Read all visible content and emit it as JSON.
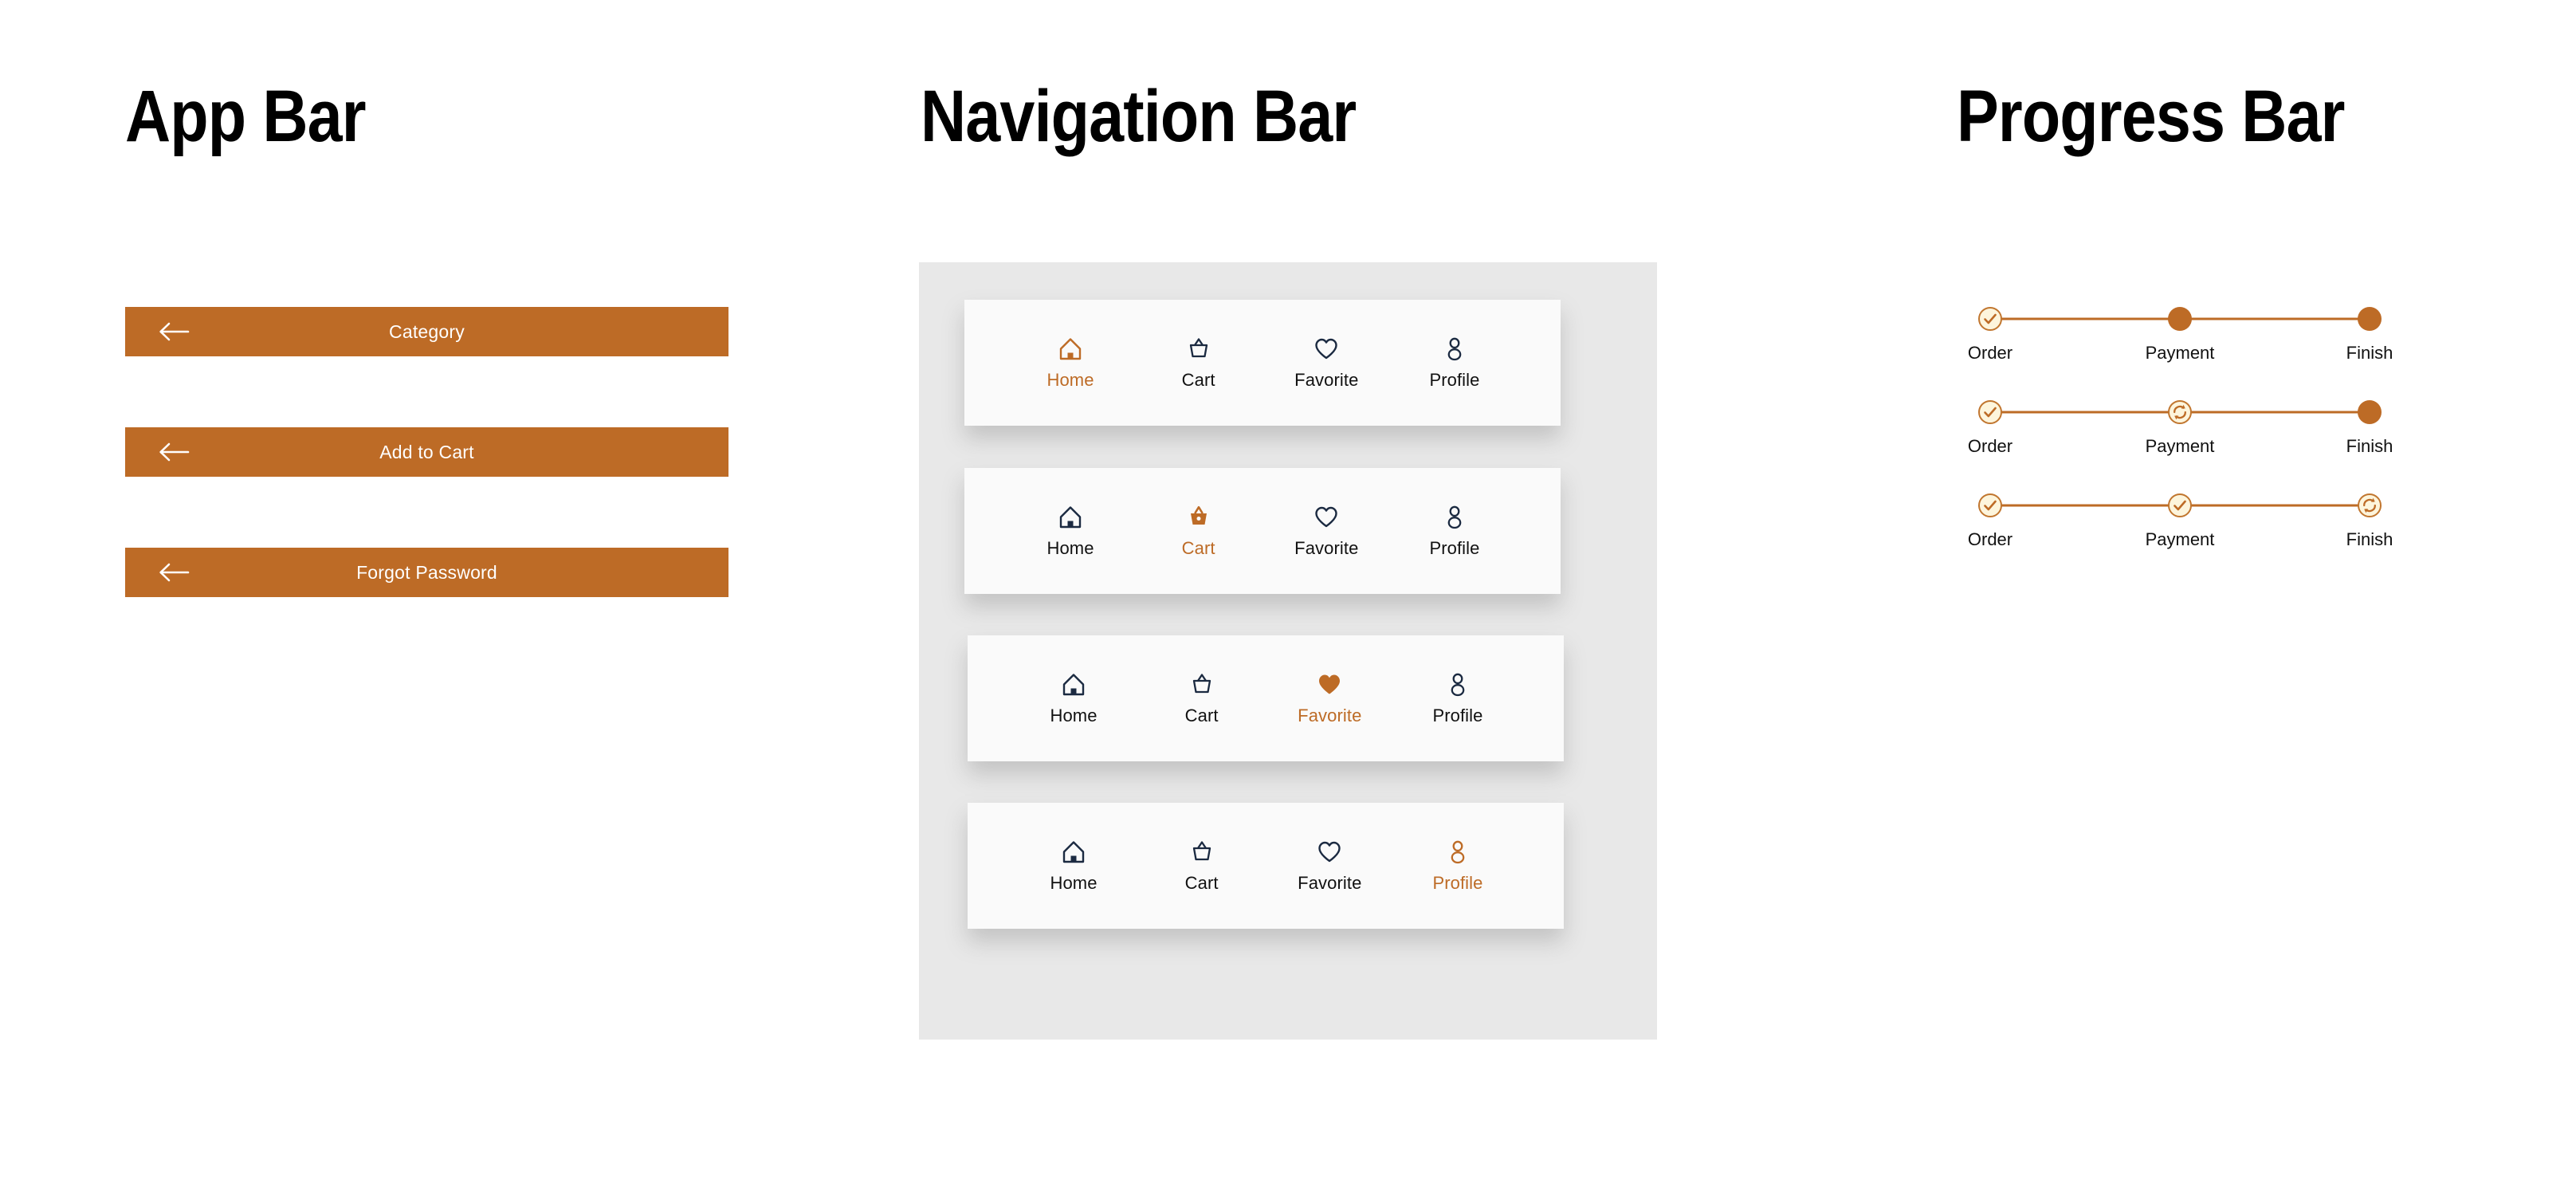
{
  "colors": {
    "accent": "#BD6B26",
    "accent_border": "#C1762F",
    "step_fill": "#FDF5DC",
    "panel_bg": "#e8e8e8",
    "card_bg": "#fafafa",
    "icon_dark": "#1b2a41",
    "text_dark": "#111111",
    "appbar_text": "#ffffff"
  },
  "sections": {
    "app_bar": {
      "title": "App Bar"
    },
    "navigation_bar": {
      "title": "Navigation Bar"
    },
    "progress_bar": {
      "title": "Progress Bar"
    }
  },
  "app_bar": {
    "back_icon": "arrow-left-icon",
    "bars": [
      {
        "label": "Category"
      },
      {
        "label": "Add to Cart"
      },
      {
        "label": "Forgot Password"
      }
    ]
  },
  "navigation_bar": {
    "items": [
      {
        "label": "Home",
        "icon": "home-icon"
      },
      {
        "label": "Cart",
        "icon": "basket-icon"
      },
      {
        "label": "Favorite",
        "icon": "heart-icon"
      },
      {
        "label": "Profile",
        "icon": "person-icon"
      }
    ],
    "cards": [
      {
        "active_index": 0,
        "active_style": "outline"
      },
      {
        "active_index": 1,
        "active_style": "filled"
      },
      {
        "active_index": 2,
        "active_style": "filled"
      },
      {
        "active_index": 3,
        "active_style": "outline"
      }
    ]
  },
  "progress_bar": {
    "steps": [
      "Order",
      "Payment",
      "Finish"
    ],
    "rows": [
      {
        "states": [
          "done",
          "pending",
          "pending"
        ]
      },
      {
        "states": [
          "done",
          "current",
          "pending"
        ]
      },
      {
        "states": [
          "done",
          "done",
          "current"
        ]
      }
    ],
    "state_icons": {
      "done": "check-icon",
      "current": "refresh-icon",
      "pending": "dot-icon"
    }
  }
}
